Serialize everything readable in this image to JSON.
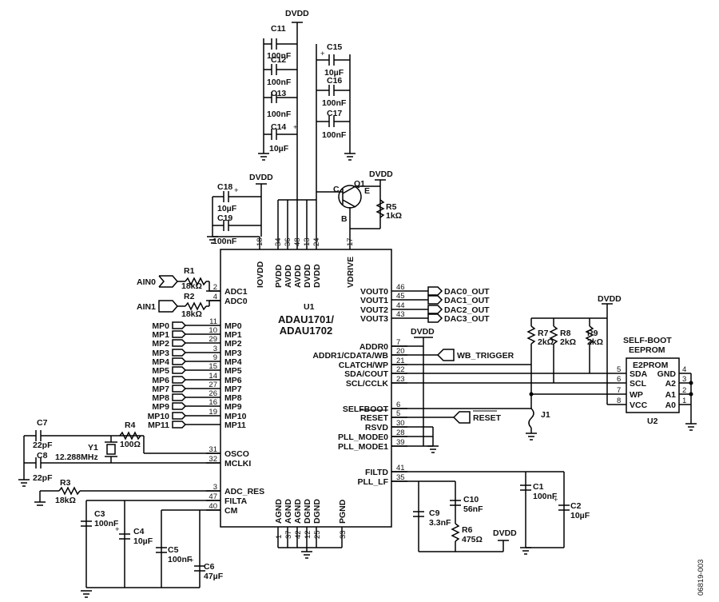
{
  "chip": {
    "ref": "U1",
    "name_line1": "ADAU1701/",
    "name_line2": "ADAU1702",
    "top_pins": [
      {
        "num": "18",
        "name": "IOVDD"
      },
      {
        "num": "34",
        "name": "PVDD"
      },
      {
        "num": "36",
        "name": "AVDD"
      },
      {
        "num": "48",
        "name": "AVDD"
      },
      {
        "num": "13",
        "name": "DVDD"
      },
      {
        "num": "24",
        "name": "DVDD"
      },
      {
        "num": "17",
        "name": "VDRIVE"
      }
    ],
    "bottom_pins": [
      {
        "num": "1",
        "name": "AGND"
      },
      {
        "num": "37",
        "name": "AGND"
      },
      {
        "num": "42",
        "name": "AGND"
      },
      {
        "num": "12",
        "name": "DGND"
      },
      {
        "num": "25",
        "name": "DGND"
      },
      {
        "num": "33",
        "name": "PGND"
      }
    ],
    "left_pins": [
      {
        "num": "2",
        "name": "ADC1"
      },
      {
        "num": "4",
        "name": "ADC0"
      },
      {
        "num": "11",
        "name": "MP0"
      },
      {
        "num": "10",
        "name": "MP1"
      },
      {
        "num": "29",
        "name": "MP2"
      },
      {
        "num": "3",
        "name": "MP3"
      },
      {
        "num": "9",
        "name": "MP4"
      },
      {
        "num": "15",
        "name": "MP5"
      },
      {
        "num": "14",
        "name": "MP6"
      },
      {
        "num": "27",
        "name": "MP7"
      },
      {
        "num": "26",
        "name": "MP8"
      },
      {
        "num": "16",
        "name": "MP9"
      },
      {
        "num": "19",
        "name": "MP10"
      },
      {
        "num": "MP11",
        "name": "MP11"
      },
      {
        "num": "31",
        "name": "OSCO"
      },
      {
        "num": "32",
        "name": "MCLKI"
      },
      {
        "num": "3",
        "name": "ADC_RES"
      },
      {
        "num": "47",
        "name": "FILTA"
      },
      {
        "num": "40",
        "name": "CM"
      }
    ],
    "right_pins": [
      {
        "num": "46",
        "name": "VOUT0"
      },
      {
        "num": "45",
        "name": "VOUT1"
      },
      {
        "num": "44",
        "name": "VOUT2"
      },
      {
        "num": "43",
        "name": "VOUT3"
      },
      {
        "num": "7",
        "name": "ADDR0"
      },
      {
        "num": "20",
        "name": "ADDR1/CDATA/WB"
      },
      {
        "num": "21",
        "name": "CLATCH/WP"
      },
      {
        "num": "22",
        "name": "SDA/COUT"
      },
      {
        "num": "23",
        "name": "SCL/CCLK"
      },
      {
        "num": "6",
        "name": "SELFBOOT"
      },
      {
        "num": "5",
        "name": "RESET"
      },
      {
        "num": "30",
        "name": "RSVD"
      },
      {
        "num": "28",
        "name": "PLL_MODE0"
      },
      {
        "num": "39",
        "name": "PLL_MODE1"
      },
      {
        "num": "41",
        "name": "FILTD"
      },
      {
        "num": "35",
        "name": "PLL_LF"
      }
    ]
  },
  "mp_labels": [
    "MP0",
    "MP1",
    "MP2",
    "MP3",
    "MP4",
    "MP5",
    "MP6",
    "MP7",
    "MP8",
    "MP9",
    "MP10",
    "MP11"
  ],
  "dac_outputs": [
    "DAC0_OUT",
    "DAC1_OUT",
    "DAC2_OUT",
    "DAC3_OUT"
  ],
  "signals": {
    "ain0": "AIN0",
    "ain1": "AIN1",
    "wb_trigger": "WB_TRIGGER",
    "reset": "RESET"
  },
  "power": {
    "dvdd": "DVDD"
  },
  "components": {
    "C11": {
      "ref": "C11",
      "value": "100nF"
    },
    "C12": {
      "ref": "C12",
      "value": "100nF"
    },
    "C13": {
      "ref": "C13",
      "value": "100nF"
    },
    "C14": {
      "ref": "C14",
      "value": "10µF"
    },
    "C15": {
      "ref": "C15",
      "value": "10µF"
    },
    "C16": {
      "ref": "C16",
      "value": "100nF"
    },
    "C17": {
      "ref": "C17",
      "value": "100nF"
    },
    "C18": {
      "ref": "C18",
      "value": "10µF"
    },
    "C19": {
      "ref": "C19",
      "value": "100nF"
    },
    "Q1": {
      "ref": "Q1",
      "c": "C",
      "e": "E",
      "b": "B"
    },
    "R5": {
      "ref": "R5",
      "value": "1kΩ"
    },
    "R1": {
      "ref": "R1",
      "value": "18kΩ"
    },
    "R2": {
      "ref": "R2",
      "value": "18kΩ"
    },
    "C7": {
      "ref": "C7",
      "value": "22pF"
    },
    "C8": {
      "ref": "C8",
      "value": "22pF"
    },
    "R4": {
      "ref": "R4",
      "value": "100Ω"
    },
    "Y1": {
      "ref": "Y1",
      "value": "12.288MHz"
    },
    "R3": {
      "ref": "R3",
      "value": "18kΩ"
    },
    "C3": {
      "ref": "C3",
      "value": "100nF"
    },
    "C4": {
      "ref": "C4",
      "value": "10µF"
    },
    "C5": {
      "ref": "C5",
      "value": "100nF"
    },
    "C6": {
      "ref": "C6",
      "value": "47µF"
    },
    "C9": {
      "ref": "C9",
      "value": "3.3nF"
    },
    "C10": {
      "ref": "C10",
      "value": "56nF"
    },
    "R6": {
      "ref": "R6",
      "value": "475Ω"
    },
    "C1": {
      "ref": "C1",
      "value": "100nF"
    },
    "C2": {
      "ref": "C2",
      "value": "10µF"
    },
    "R7": {
      "ref": "R7",
      "value": "2kΩ"
    },
    "R8": {
      "ref": "R8",
      "value": "2kΩ"
    },
    "R9": {
      "ref": "R9",
      "value": "2kΩ"
    },
    "J1": {
      "ref": "J1"
    }
  },
  "eeprom": {
    "title1": "SELF-BOOT",
    "title2": "EEPROM",
    "chip_name": "E2PROM",
    "ref": "U2",
    "left_pins": [
      {
        "num": "5",
        "name": "SDA"
      },
      {
        "num": "6",
        "name": "SCL"
      },
      {
        "num": "7",
        "name": "WP"
      },
      {
        "num": "8",
        "name": "VCC"
      }
    ],
    "right_pins": [
      {
        "num": "4",
        "name": "GND"
      },
      {
        "num": "3",
        "name": "A2"
      },
      {
        "num": "2",
        "name": "A1"
      },
      {
        "num": "1",
        "name": "A0"
      }
    ]
  },
  "figure_id": "06819-003"
}
